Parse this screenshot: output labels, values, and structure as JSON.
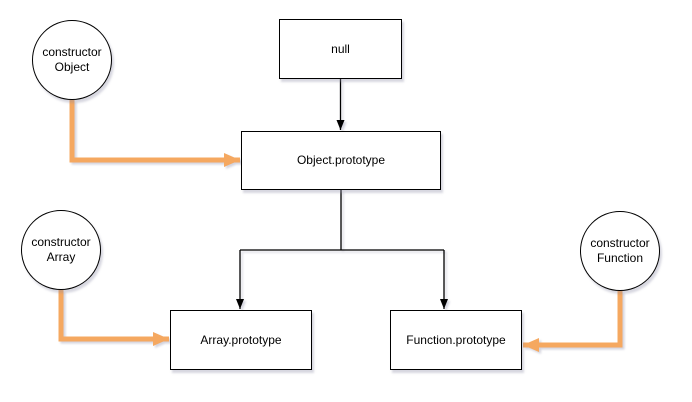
{
  "colors": {
    "background": "#ffffff",
    "shape_fill": "#ffffff",
    "shape_border": "#000000",
    "black_arrow": "#000000",
    "orange_arrow": "#F5A860",
    "text": "#000000"
  },
  "nodes": {
    "constructor_object": {
      "line1": "constructor",
      "line2": "Object"
    },
    "constructor_array": {
      "line1": "constructor",
      "line2": "Array"
    },
    "constructor_function": {
      "line1": "constructor",
      "line2": "Function"
    },
    "null_box": {
      "label": "null"
    },
    "object_prototype": {
      "label": "Object.prototype"
    },
    "array_prototype": {
      "label": "Array.prototype"
    },
    "function_prototype": {
      "label": "Function.prototype"
    }
  },
  "edges": [
    {
      "from": "null",
      "to": "Object.prototype",
      "color": "#000000",
      "style": "thin-arrow"
    },
    {
      "from": "Object.prototype",
      "to": "Array.prototype",
      "color": "#000000",
      "style": "thin-arrow"
    },
    {
      "from": "Object.prototype",
      "to": "Function.prototype",
      "color": "#000000",
      "style": "thin-arrow"
    },
    {
      "from": "constructor Object",
      "to": "Object.prototype",
      "color": "#F5A860",
      "style": "thick-arrow"
    },
    {
      "from": "constructor Array",
      "to": "Array.prototype",
      "color": "#F5A860",
      "style": "thick-arrow"
    },
    {
      "from": "constructor Function",
      "to": "Function.prototype",
      "color": "#F5A860",
      "style": "thick-arrow"
    }
  ]
}
